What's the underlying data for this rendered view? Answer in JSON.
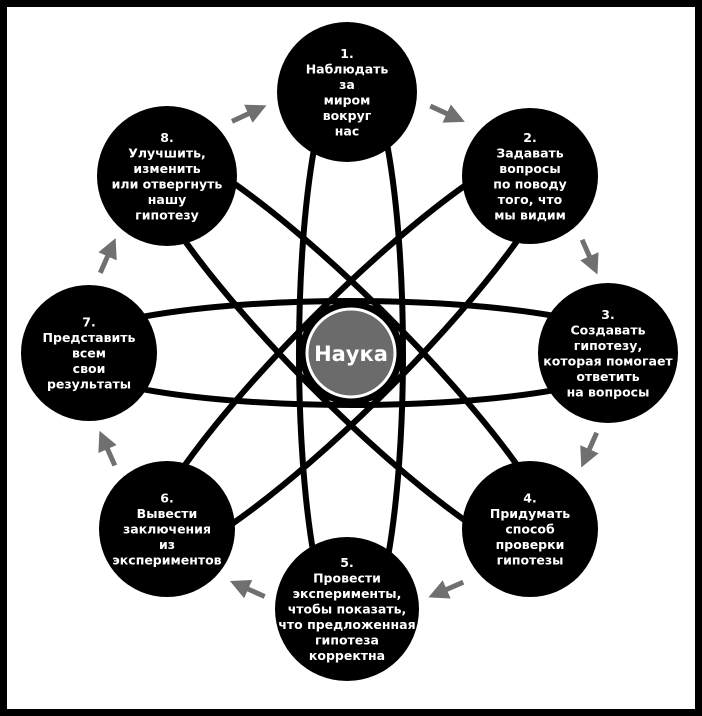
{
  "center": {
    "label": "Наука"
  },
  "colors": {
    "node": "#000000",
    "text": "#ffffff",
    "center": "#6b6b6b",
    "arrow": "#707070",
    "orbit": "#000000"
  },
  "steps": [
    {
      "id": "1",
      "lines": [
        "1.",
        "Наблюдать",
        "за",
        "миром",
        "вокруг",
        "нас"
      ]
    },
    {
      "id": "2",
      "lines": [
        "2.",
        "Задавать",
        "вопросы",
        "по поводу",
        "того, что",
        "мы видим"
      ]
    },
    {
      "id": "3",
      "lines": [
        "3.",
        "Создавать",
        "гипотезу,",
        "которая помогает",
        "ответить",
        "на вопросы"
      ]
    },
    {
      "id": "4",
      "lines": [
        "4.",
        "Придумать",
        "способ",
        "проверки",
        "гипотезы"
      ]
    },
    {
      "id": "5",
      "lines": [
        "5.",
        "Провести",
        "эксперименты,",
        "чтобы показать,",
        "что предложенная",
        "гипотеза",
        "корректна"
      ]
    },
    {
      "id": "6",
      "lines": [
        "6.",
        "Вывести",
        "заключения",
        "из",
        "экспериментов"
      ]
    },
    {
      "id": "7",
      "lines": [
        "7.",
        "Представить",
        "всем",
        "свои",
        "результаты"
      ]
    },
    {
      "id": "8",
      "lines": [
        "8.",
        "Улучшить,",
        "изменить",
        "или отвергнуть",
        "нашу",
        "гипотезу"
      ]
    }
  ]
}
